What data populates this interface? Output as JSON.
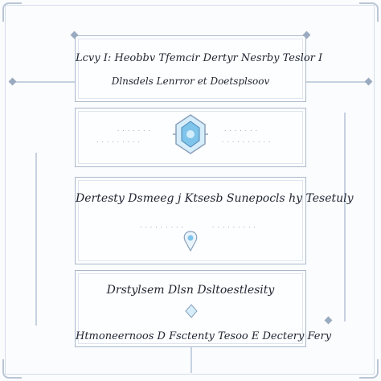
{
  "panel1": {
    "line1": "Lcvy I: Heobbv Tfemcir Dertyr Nesrby Teslor I",
    "line2": "Dlnsdels Lenrror et Doetsplsoov"
  },
  "panel3": {
    "line1": "Dertesty Dsmeeg j Ktsesb Sunepocls hy Tesetuly"
  },
  "panel4": {
    "line1": "Drstylsem Dlsn Dsltoestlesity",
    "line2": "Htmoneernoos D Fsctenty Tesoo E Dectery Fery"
  },
  "colors": {
    "accent_blue": "#7fc4ea",
    "line_gray": "#a9b8ca"
  },
  "icons": [
    "crystal-crest-icon",
    "small-emblem-icon",
    "footer-flourish-icon"
  ]
}
